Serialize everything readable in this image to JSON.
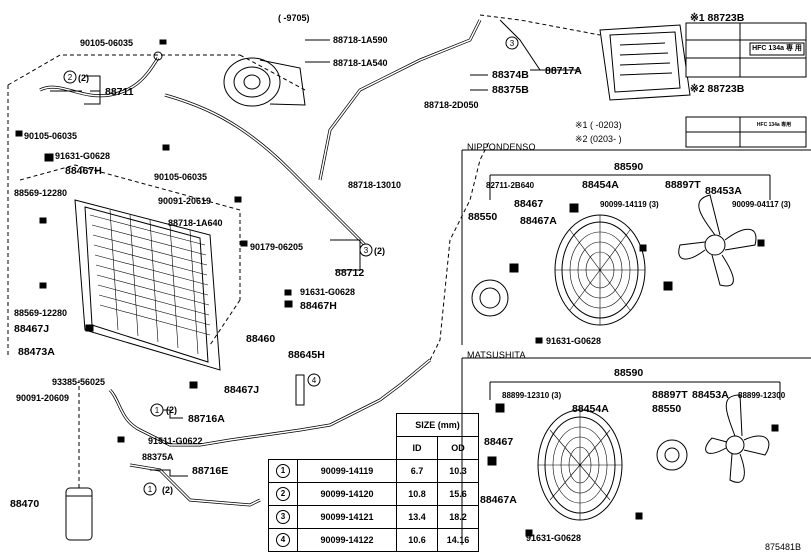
{
  "diagram": {
    "ref_number": "875481B",
    "labels": {
      "p90105_06035_a": "90105-06035",
      "p88711": "88711",
      "p90105_06035_b": "90105-06035",
      "p91631_g0628_a": "91631-G0628",
      "p88467h_a": "88467H",
      "p88569_12280_a": "88569-12280",
      "p88569_12280_b": "88569-12280",
      "p88467j_a": "88467J",
      "p88473a": "88473A",
      "p93385_56025": "93385-56025",
      "p90091_20609": "90091-20609",
      "p88470": "88470",
      "p90105_06035_c": "90105-06035",
      "p90091_20619": "90091-20619",
      "p88718_1a640": "88718-1A640",
      "p90179_06205": "90179-06205",
      "p88712": "88712",
      "p91631_g0628_b": "91631-G0628",
      "p88467h_b": "88467H",
      "p88460": "88460",
      "p88467j_b": "88467J",
      "p88645h": "88645H",
      "p88716a": "88716A",
      "p91511_g0622": "91511-G0622",
      "p88375a": "88375A",
      "p88716e": "88716E",
      "p9705": "( -9705)",
      "p88718_1a590": "88718-1A590",
      "p88718_1a540": "88718-1A540",
      "p88374b": "88374B",
      "p88375b": "88375B",
      "p88717a": "88717A",
      "p88718_2d050": "88718-2D050",
      "p88718_13010": "88718-13010",
      "p88723b_1": "※1 88723B",
      "p88723b_2": "※2 88723B",
      "note1": "※1 (     -0203)",
      "note2": "※2 (0203-     )",
      "circ2_a": "(2)",
      "circ2_b": "(2)",
      "circ1_a": "(2)",
      "circ1_b": "(2)"
    },
    "nippondenso": {
      "title": "NIPPONDENSO",
      "p88590": "88590",
      "p82711_2b640": "82711-2B640",
      "p88454a": "88454A",
      "p88897t": "88897T",
      "p88453a": "88453A",
      "p88550": "88550",
      "p88467": "88467",
      "p90099_14119": "90099-14119 (3)",
      "p90099_04117": "90099-04117 (3)",
      "p88467a": "88467A",
      "p91631_g0628": "91631-G0628"
    },
    "matsushita": {
      "title": "MATSUSHITA",
      "p88590": "88590",
      "p88899_12310": "88899-12310 (3)",
      "p88897t": "88897T",
      "p88453a": "88453A",
      "p88899_12300": "88899-12300",
      "p88454a": "88454A",
      "p88550": "88550",
      "p88467": "88467",
      "p88467a": "88467A",
      "p91631_g0628": "91631-G0628"
    },
    "label_plates": {
      "refrigerant": "HFC 134a 専 用",
      "small": "HFC 134a 専用"
    },
    "size_table": {
      "title": "SIZE  (mm)",
      "col_id": "ID",
      "col_od": "OD",
      "rows": [
        {
          "num": "1",
          "part": "90099-14119",
          "id": "6.7",
          "od": "10.3"
        },
        {
          "num": "2",
          "part": "90099-14120",
          "id": "10.8",
          "od": "15.6"
        },
        {
          "num": "3",
          "part": "90099-14121",
          "id": "13.4",
          "od": "18.2"
        },
        {
          "num": "4",
          "part": "90099-14122",
          "id": "10.6",
          "od": "14.16"
        }
      ]
    }
  }
}
